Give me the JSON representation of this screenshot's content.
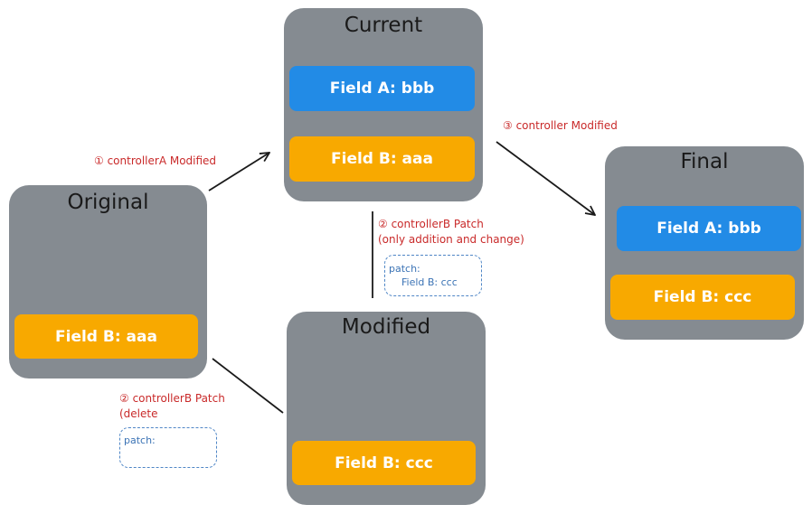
{
  "colors": {
    "box_bg": "#858b91",
    "field_blue": "#228be6",
    "field_orange": "#f8a900",
    "label_red": "#c92a2a",
    "patch_blue": "#3b73b5",
    "arrow": "#1a1a1a"
  },
  "boxes": {
    "current": {
      "title": "Current",
      "field_a": "Field A: bbb",
      "field_b": "Field B: aaa"
    },
    "original": {
      "title": "Original",
      "field_b": "Field B: aaa"
    },
    "modified": {
      "title": "Modified",
      "field_b": "Field B: ccc"
    },
    "final": {
      "title": "Final",
      "field_a": "Field A: bbb",
      "field_b": "Field B: ccc"
    }
  },
  "labels": {
    "step1": "① controllerA Modified",
    "step3": "③ controller Modified",
    "step2_patch_line1": "② controllerB Patch",
    "step2_patch_line2": "(only addition and change)",
    "step2_delete_line1": "② controllerB Patch",
    "step2_delete_line2": "(delete"
  },
  "patches": {
    "change": {
      "line1": "patch:",
      "line2": "Field B: ccc"
    },
    "delete": {
      "line1": "patch:"
    }
  }
}
